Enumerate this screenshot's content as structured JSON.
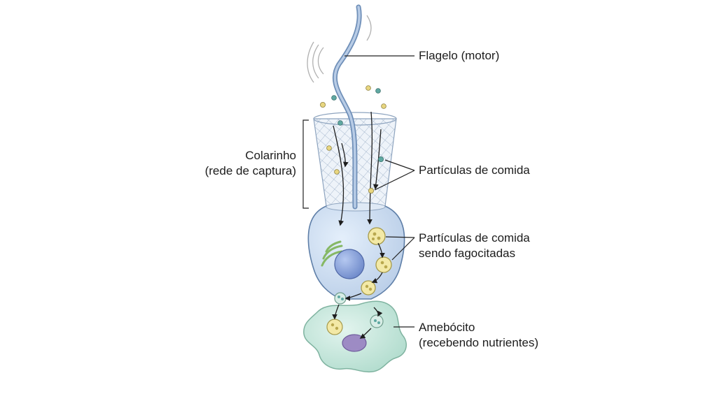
{
  "labels": {
    "flagelo": "Flagelo (motor)",
    "colarinho_l1": "Colarinho",
    "colarinho_l2": "(rede de captura)",
    "particulas": "Partículas de comida",
    "fagocitadas_l1": "Partículas de comida",
    "fagocitadas_l2": "sendo fagocitadas",
    "amebocito_l1": "Amebócito",
    "amebocito_l2": "(recebendo nutrientes)"
  },
  "colors": {
    "cell_body": "#c8dcf2",
    "cell_outline": "#5f7fa8",
    "collar": "#9fb4cc",
    "flagellum": "#8aa6c8",
    "nucleus": "#7f9bd6",
    "golgi": "#9cc87a",
    "food_vacuole": "#f3e9a6",
    "amebocyte": "#c6e8dc",
    "amebocyte_nucleus": "#9d8bc4",
    "particle_yellow": "#e8d680",
    "particle_teal": "#5fa8a2",
    "leader": "#222222"
  }
}
